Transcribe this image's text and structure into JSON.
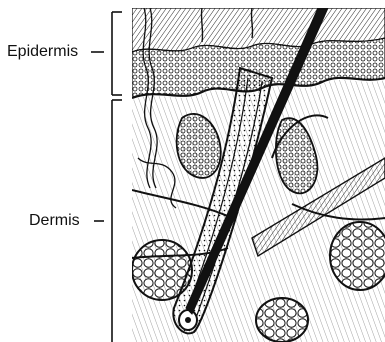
{
  "labels": {
    "epidermis": "Epidermis",
    "dermis": "Dermis"
  },
  "illustration": {
    "subject": "hair-follicle-cross-section",
    "style": "black-and-white engraving"
  },
  "colors": {
    "ink": "#111111",
    "paper": "#ffffff"
  }
}
